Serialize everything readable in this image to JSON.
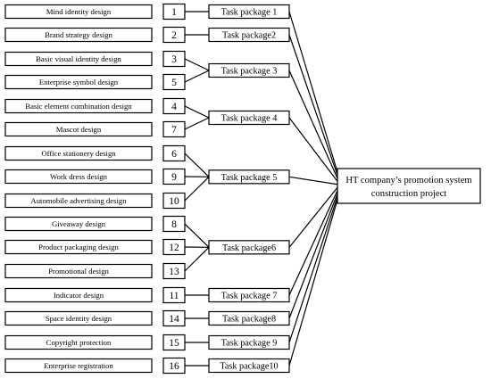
{
  "goal": {
    "line1": "HT company’s promotion system",
    "line2": "construction project"
  },
  "tasks": [
    {
      "label": "Mind identity design",
      "num": "1"
    },
    {
      "label": "Brand strategy design",
      "num": "2"
    },
    {
      "label": "Basic visual identity design",
      "num": "3"
    },
    {
      "label": "Enterprise symbol design",
      "num": "5"
    },
    {
      "label": "Basic element combination design",
      "num": "4"
    },
    {
      "label": "Mascot design",
      "num": "7"
    },
    {
      "label": "Office stationery design",
      "num": "6"
    },
    {
      "label": "Work dress design",
      "num": "9"
    },
    {
      "label": "Automobile advertising design",
      "num": "10"
    },
    {
      "label": "Giveaway design",
      "num": "8"
    },
    {
      "label": "Product packaging design",
      "num": "12"
    },
    {
      "label": "Promotional design",
      "num": "13"
    },
    {
      "label": "Indicator design",
      "num": "11"
    },
    {
      "label": "Space identity design",
      "num": "14"
    },
    {
      "label": "Copyright protection",
      "num": "15"
    },
    {
      "label": "Enterprise registration",
      "num": "16"
    }
  ],
  "packages": [
    {
      "label": "Task package 1",
      "tasks": [
        0
      ]
    },
    {
      "label": "Task package2",
      "tasks": [
        1
      ]
    },
    {
      "label": "Task package 3",
      "tasks": [
        2,
        3
      ]
    },
    {
      "label": "Task package 4",
      "tasks": [
        4,
        5
      ]
    },
    {
      "label": "Task package 5",
      "tasks": [
        6,
        7,
        8
      ]
    },
    {
      "label": "Task package6",
      "tasks": [
        9,
        10,
        11
      ]
    },
    {
      "label": "Task package 7",
      "tasks": [
        12
      ]
    },
    {
      "label": "Task package8",
      "tasks": [
        13
      ]
    },
    {
      "label": "Task package 9",
      "tasks": [
        14
      ]
    },
    {
      "label": "Task package10",
      "tasks": [
        15
      ]
    }
  ]
}
